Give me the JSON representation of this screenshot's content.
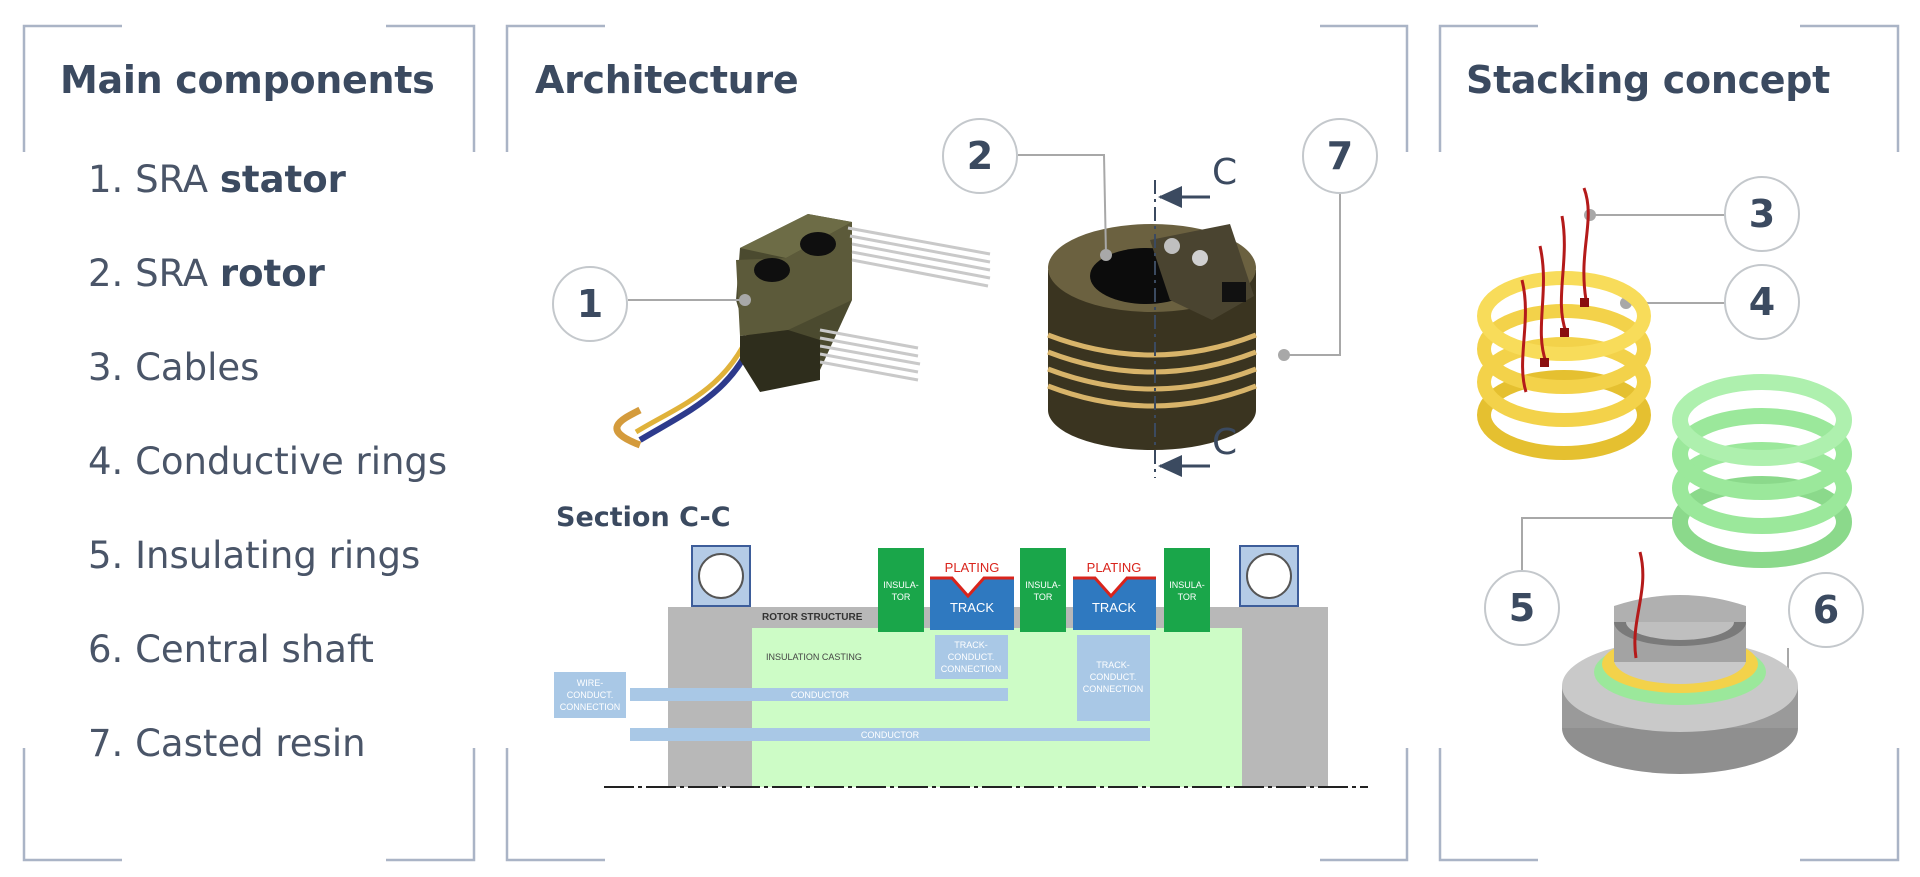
{
  "panels": {
    "components": {
      "title": "Main components",
      "items": [
        {
          "num": "1.",
          "prefix": "SRA ",
          "bold": "stator"
        },
        {
          "num": "2.",
          "prefix": "SRA ",
          "bold": "rotor"
        },
        {
          "num": "3.",
          "prefix": "Cables",
          "bold": ""
        },
        {
          "num": "4.",
          "prefix": "Conductive rings",
          "bold": ""
        },
        {
          "num": "5.",
          "prefix": "Insulating rings",
          "bold": ""
        },
        {
          "num": "6.",
          "prefix": "Central shaft",
          "bold": ""
        },
        {
          "num": "7.",
          "prefix": "Casted resin",
          "bold": ""
        }
      ]
    },
    "architecture": {
      "title": "Architecture",
      "section_label": "Section C-C",
      "cut_label_top": "C",
      "cut_label_bottom": "C",
      "callouts": [
        "1",
        "2",
        "7"
      ],
      "section": {
        "rotor_structure": "ROTOR STRUCTURE",
        "insulation_casting": "INSULATION CASTING",
        "insulator_1": "INSULA-",
        "insulator_2": "TOR",
        "plating": "PLATING",
        "track": "TRACK",
        "track_conn_1": "TRACK-",
        "track_conn_2": "CONDUCT.",
        "track_conn_3": "CONNECTION",
        "wire_conn_1": "WIRE-",
        "wire_conn_2": "CONDUCT.",
        "wire_conn_3": "CONNECTION",
        "conductor": "CONDUCTOR"
      }
    },
    "stacking": {
      "title": "Stacking concept",
      "callouts": [
        "3",
        "4",
        "5",
        "6"
      ]
    }
  },
  "colors": {
    "title": "#3b4a60",
    "frame": "#aab4c6",
    "insulator": "#1aa64a",
    "track": "#2f79c0",
    "plating": "#d9241c",
    "casting": "#cdfcc6",
    "conductor": "#a9c8e6",
    "structure": "#b8b8b8",
    "conductive_ring": "#f3d24a",
    "insulating_ring": "#9be89b"
  }
}
